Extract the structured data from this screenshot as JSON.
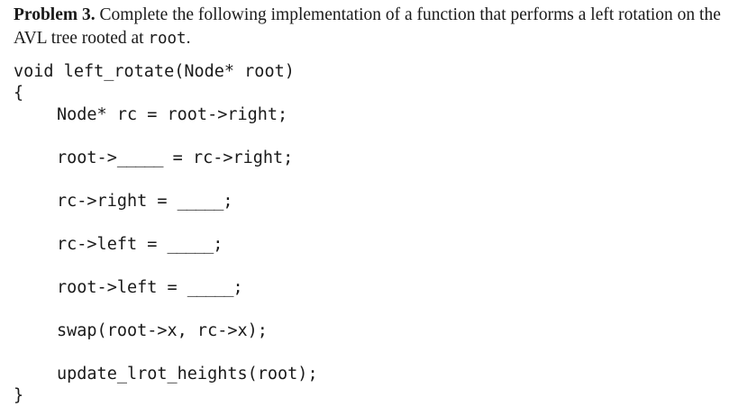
{
  "problem": {
    "label": "Problem 3.",
    "text_before": " Complete the following implementation of a function that performs a left rotation on the AVL tree rooted at ",
    "code_word": "root",
    "text_after": "."
  },
  "code": {
    "signature": "void left_rotate(Node* root)",
    "open_brace": "{",
    "line1": "Node* rc = root->right;",
    "line2_prefix": "root->",
    "line2_blank": "_____",
    "line2_suffix": " = rc->right;",
    "line3_prefix": "rc->right = ",
    "line3_blank": "_____",
    "line3_suffix": ";",
    "line4_prefix": "rc->left = ",
    "line4_blank": "_____",
    "line4_suffix": ";",
    "line5_prefix": "root->left = ",
    "line5_blank": "_____",
    "line5_suffix": ";",
    "line6": "swap(root->x, rc->x);",
    "line7": "update_lrot_heights(root);",
    "close_brace": "}"
  }
}
